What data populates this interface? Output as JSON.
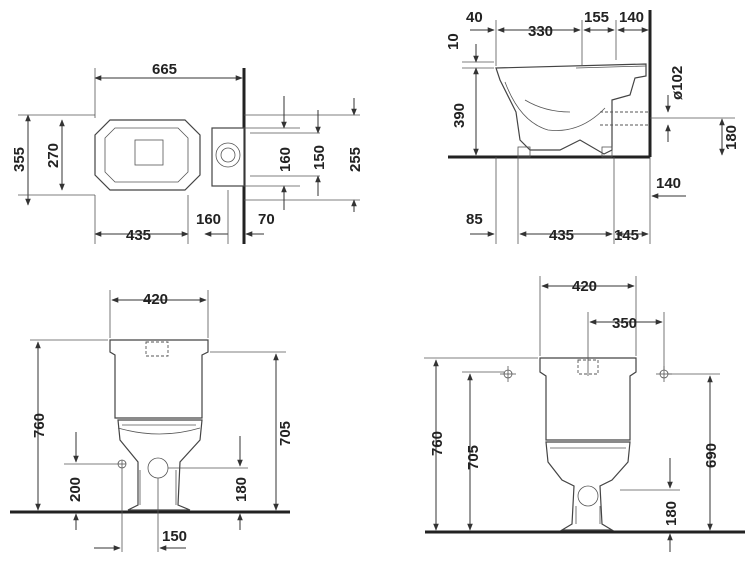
{
  "top_view": {
    "dims": {
      "overall_length": "665",
      "overall_width": "355",
      "seat_width": "270",
      "pan_length": "435",
      "tank_depth": "160",
      "wall_gap": "70",
      "tank_inner": "160",
      "tank_outer": "150",
      "tank_width": "255"
    }
  },
  "side_view": {
    "dims": {
      "lip_offset": "40",
      "outlet_axis": "330",
      "outlet_to_wall": "155",
      "wall_offset": "140",
      "rim_thickness": "10",
      "rim_height": "390",
      "outlet_diameter": "ø102",
      "outlet_height": "180",
      "outlet_floor_offset": "140",
      "front_clearance": "85",
      "base_length": "435",
      "base_to_wall": "145"
    }
  },
  "front_view": {
    "dims": {
      "tank_width": "420",
      "total_height": "760",
      "tank_top_height": "705",
      "inlet_height": "200",
      "outlet_height": "180",
      "inlet_offset": "150"
    }
  },
  "side_view_2": {
    "dims": {
      "tank_width": "420",
      "fixing_spacing": "350",
      "total_height": "760",
      "tank_top_height": "705",
      "fixing_height": "690",
      "outlet_height": "180"
    }
  }
}
